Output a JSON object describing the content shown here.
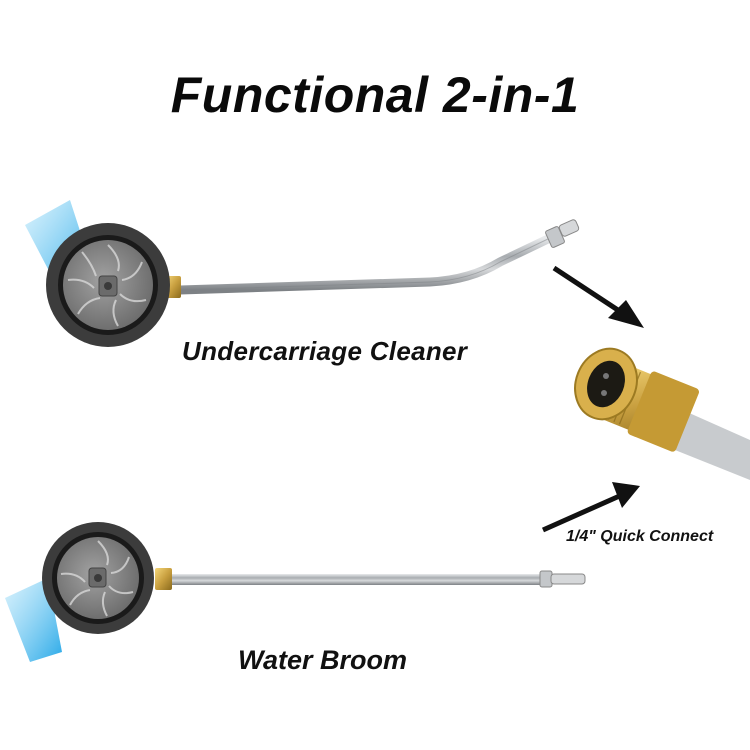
{
  "title": "Functional 2-in-1",
  "products": [
    {
      "name": "Undercarriage Cleaner",
      "shape": "bent-wand"
    },
    {
      "name": "Water Broom",
      "shape": "straight-wand"
    }
  ],
  "connector": {
    "label": "1/4\" Quick Connect",
    "color": "#d4a63a"
  },
  "colors": {
    "spray": "#4fc3f7",
    "wheel": "#3a3a3a",
    "hub": "#8a8a8a",
    "brass": "#c9a040",
    "steel": "#b8bcc0"
  }
}
